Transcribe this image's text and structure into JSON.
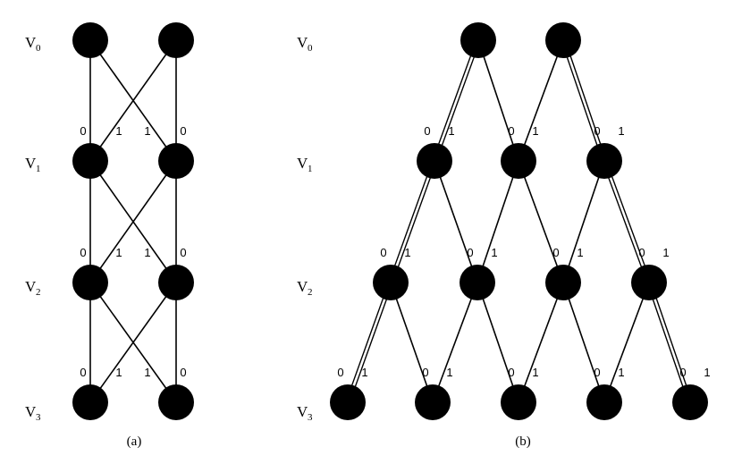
{
  "labels": {
    "v0": {
      "base": "V",
      "sub": "0"
    },
    "v1": {
      "base": "V",
      "sub": "1"
    },
    "v2": {
      "base": "V",
      "sub": "2"
    },
    "v3": {
      "base": "V",
      "sub": "3"
    }
  },
  "edge_bits": {
    "zero": "0",
    "one": "1"
  },
  "captions": {
    "a": "(a)",
    "b": "(b)"
  },
  "diagram_a": {
    "levels": [
      2,
      2,
      2,
      2
    ],
    "edge_pattern": "complete bipartite between consecutive levels"
  },
  "diagram_b": {
    "levels": [
      2,
      3,
      4,
      5
    ],
    "edge_pattern": "each node links to two children (bit 0 left, bit 1 right); outer 0-edges on the left and outer 1-edges on the right drawn as double lines"
  },
  "colors": {
    "node": "#000000",
    "edge": "#000000",
    "background": "#ffffff"
  }
}
